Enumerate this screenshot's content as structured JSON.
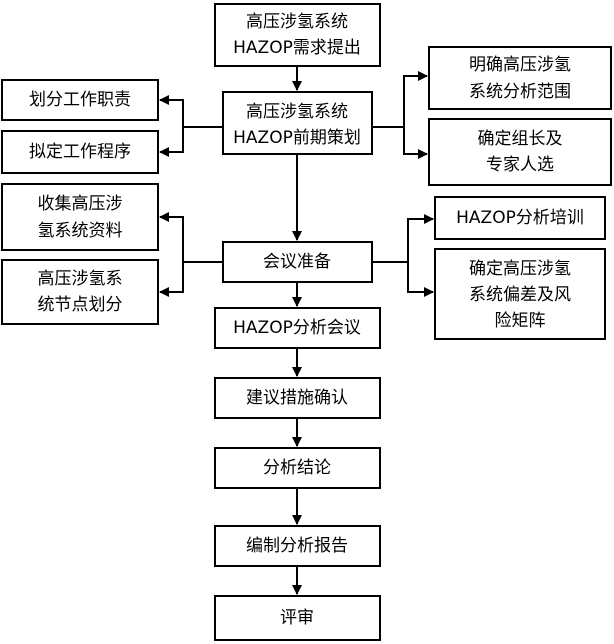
{
  "nodes": {
    "demand": {
      "lines": [
        "高压涉氢系统",
        "HAZOP需求提出"
      ]
    },
    "pre_plan": {
      "lines": [
        "高压涉氢系统",
        "HAZOP前期策划"
      ]
    },
    "divide_duty": {
      "lines": [
        "划分工作职责"
      ]
    },
    "draft_proc": {
      "lines": [
        "拟定工作程序"
      ]
    },
    "scope": {
      "lines": [
        "明确高压涉氢",
        "系统分析范围"
      ]
    },
    "team": {
      "lines": [
        "确定组长及",
        "专家人选"
      ]
    },
    "collect": {
      "lines": [
        "收集高压涉",
        "氢系统资料"
      ]
    },
    "nodes_div": {
      "lines": [
        "高压涉氢系",
        "统节点划分"
      ]
    },
    "prep": {
      "lines": [
        "会议准备"
      ]
    },
    "training": {
      "lines": [
        "HAZOP分析培训"
      ]
    },
    "deviation": {
      "lines": [
        "确定高压涉氢",
        "系统偏差及风",
        "险矩阵"
      ]
    },
    "meeting": {
      "lines": [
        "HAZOP分析会议"
      ]
    },
    "confirm": {
      "lines": [
        "建议措施确认"
      ]
    },
    "conclusion": {
      "lines": [
        "分析结论"
      ]
    },
    "report": {
      "lines": [
        "编制分析报告"
      ]
    },
    "review": {
      "lines": [
        "评审"
      ]
    }
  }
}
